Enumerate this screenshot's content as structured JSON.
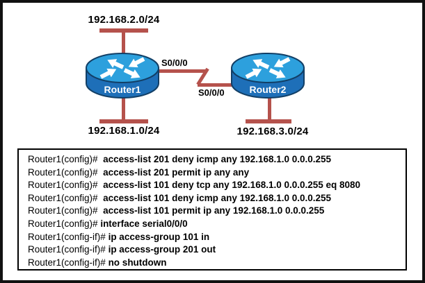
{
  "diagram": {
    "networks": {
      "top": {
        "label": "192.168.2.0/24"
      },
      "bottom_left": {
        "label": "192.168.1.0/24"
      },
      "bottom_right": {
        "label": "192.168.3.0/24"
      }
    },
    "routers": [
      {
        "name": "Router1"
      },
      {
        "name": "Router2"
      }
    ],
    "serial_link": {
      "label_top": "S0/0/0",
      "label_bottom": "S0/0/0"
    },
    "colors": {
      "link": "#b5524c",
      "router_top": "#2da0dd",
      "router_body": "#1e6fb8",
      "router_outline": "#123f66",
      "router_label": "#ffffff"
    }
  },
  "console": {
    "lines": [
      {
        "prompt": "Router1(config)#  ",
        "command": "access-list 201 deny icmp any 192.168.1.0 0.0.0.255"
      },
      {
        "prompt": "Router1(config)#  ",
        "command": "access-list 201 permit ip any any"
      },
      {
        "prompt": "Router1(config)#  ",
        "command": "access-list 101 deny tcp any 192.168.1.0 0.0.0.255 eq 8080"
      },
      {
        "prompt": "Router1(config)#  ",
        "command": "access-list 101 deny icmp any 192.168.1.0 0.0.0.255"
      },
      {
        "prompt": "Router1(config)#  ",
        "command": "access-list 101 permit ip any 192.168.1.0 0.0.0.255"
      },
      {
        "prompt": "Router1(config)# ",
        "command": "interface serial0/0/0"
      },
      {
        "prompt": "Router1(config-if)# ",
        "command": "ip access-group 101 in"
      },
      {
        "prompt": "Router1(config-if)# ",
        "command": "ip access-group 201 out"
      },
      {
        "prompt": "Router1(config-if)# ",
        "command": "no shutdown"
      }
    ]
  }
}
